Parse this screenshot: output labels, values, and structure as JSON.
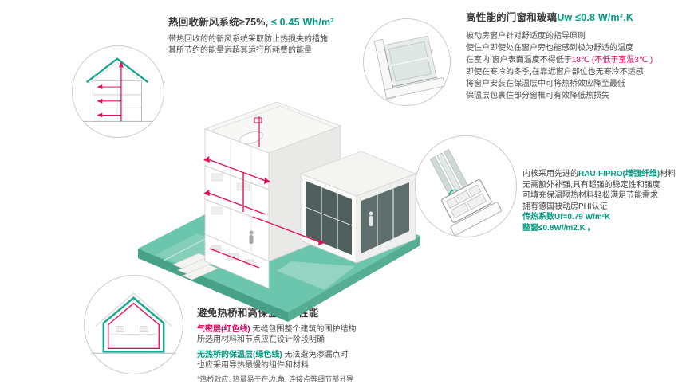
{
  "page": {
    "background": "#ffffff"
  },
  "colors": {
    "accent_green": "#009b82",
    "accent_red": "#e4005a",
    "ground_teal": "#6cc5ad",
    "text_dark": "#3c3c3c"
  },
  "ventilation": {
    "title_black": "热回收新风系统≥75%, ",
    "title_green": "≤ 0.45 Wh/m³",
    "body_line1": "带热回收的的新风系统采取防止热损失的措施",
    "body_line2": "其所节约的能量远超其运行所耗费的能量"
  },
  "windows": {
    "title_black": "高性能的门窗和玻璃",
    "title_green": "Uw ≤0.8 W/m².K",
    "line1": "被动房窗户针对舒适度的指导原则",
    "line2": "使住户即使处在窗户旁也能感到极为舒适的温度",
    "line3_pre": "在室内,窗户表面温度不得低于",
    "line3_red": "18℃ (不低于室温3℃ )",
    "line4": "即使在寒冷的冬季,在靠近窗户部位也无寒冷不适感",
    "line5": "将窗户安装在保温层中可将热桥效应降至最低",
    "line6": "保温层包裹住部分窗框可有效降低热损失"
  },
  "profile": {
    "line1_pre": "内核采用先进的",
    "line1_green": "RAU-FIPRO(增强纤维)",
    "line1_post": "材料",
    "line2": "无需额外补强,具有超强的稳定性和强度",
    "line3": "可填充保温隔热材料轻松满足节能需求",
    "line4": "拥有德国被动房PHI认证",
    "line5_green": "传热系数Uf=0.79 W/m²K",
    "line6_green": "整窗≤0.8W//m2.K 。"
  },
  "thermal": {
    "title": "避免热桥和高保温密封性能",
    "line1_red": "气密层(红色线)",
    "line1_rest": " 无缝包围整个建筑的围护结构",
    "line2": "所选用材料和节点应在设计阶段明确",
    "line3_green": "无热桥的保温层(绿色线)",
    "line3_rest": " 无法避免渗漏点时",
    "line4": "也应采用导热最慢的组件和材料",
    "note": "*热桥效应: 热量易于在边,角, 连接点等细节部分导"
  },
  "icons": {
    "vent_callout": "heat-recovery-ventilation-section-icon",
    "window_corner_callout": "window-corner-detail-icon",
    "window_profile_callout": "window-profile-cross-section-icon",
    "thermal_callout": "thermal-bridge-house-section-icon",
    "main_illustration": "passive-house-cutaway-illustration"
  }
}
